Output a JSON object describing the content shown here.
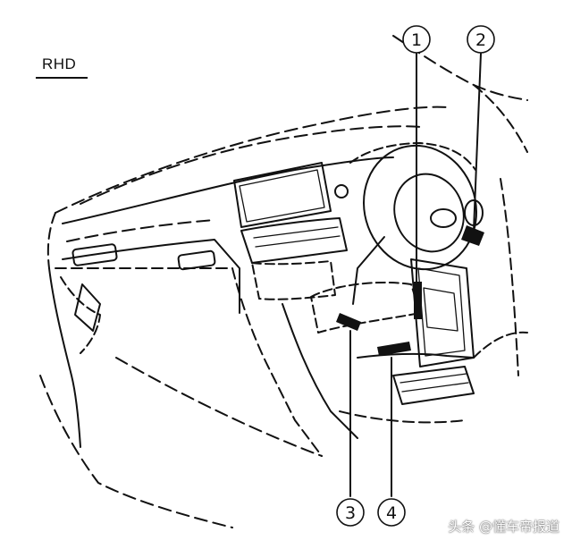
{
  "diagram": {
    "variant_label": "RHD",
    "callouts": [
      {
        "id": "1",
        "symbol": "①"
      },
      {
        "id": "2",
        "symbol": "②"
      },
      {
        "id": "3",
        "symbol": "③"
      },
      {
        "id": "4",
        "symbol": "④"
      }
    ]
  },
  "watermark": {
    "text": "头条 @懂车帝报道"
  }
}
